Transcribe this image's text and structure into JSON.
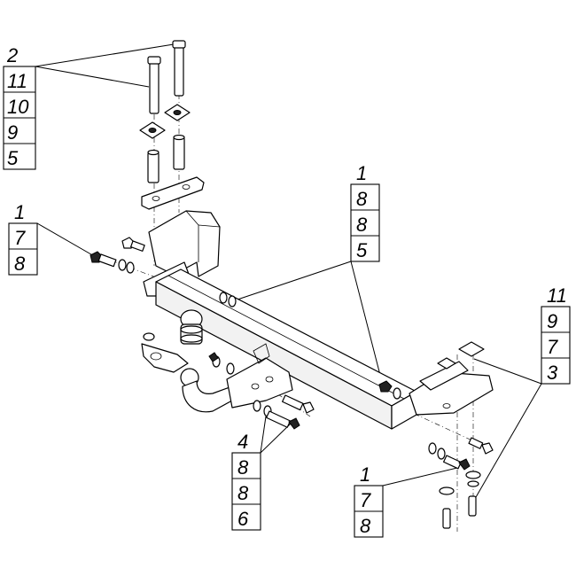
{
  "callouts": {
    "top_left": [
      "2",
      "11",
      "10",
      "9",
      "5"
    ],
    "left": [
      "1",
      "7",
      "8"
    ],
    "center": [
      "1",
      "8",
      "8",
      "5"
    ],
    "right": [
      "11",
      "9",
      "7",
      "3"
    ],
    "bottom_center": [
      "4",
      "8",
      "8",
      "6"
    ],
    "bottom_right": [
      "1",
      "7",
      "8"
    ]
  }
}
